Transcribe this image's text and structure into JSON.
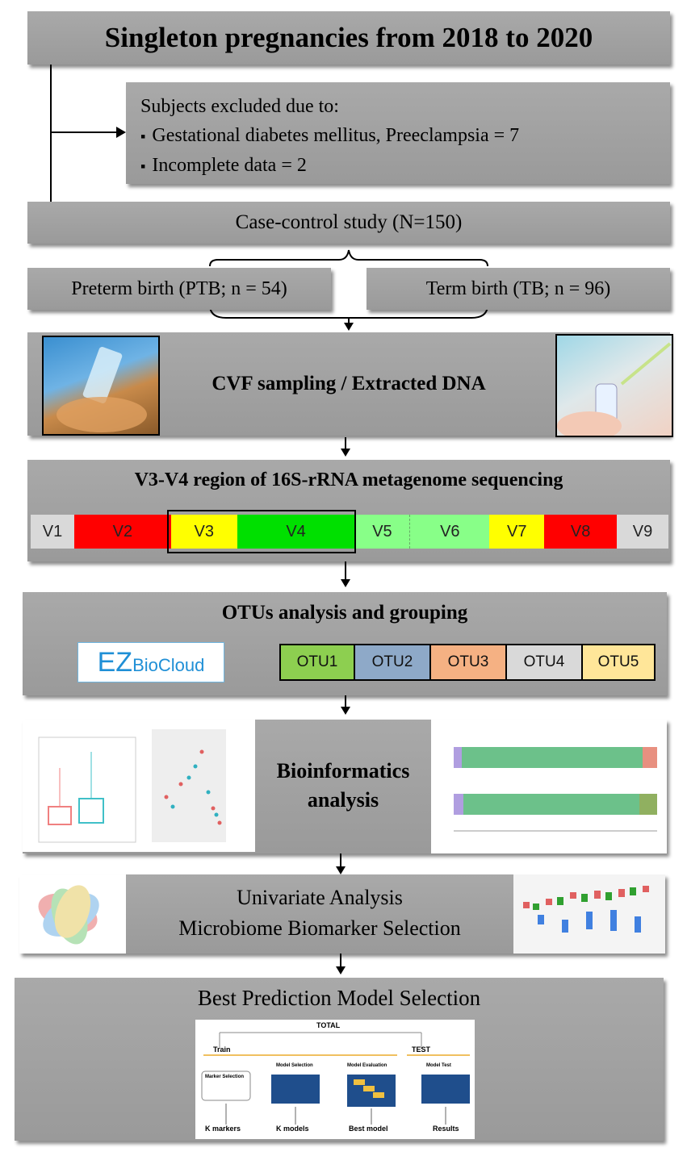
{
  "title": "Singleton pregnancies from 2018 to 2020",
  "exclusion": {
    "heading": "Subjects excluded due to:",
    "items": [
      "Gestational diabetes mellitus, Preeclampsia = 7",
      "Incomplete data = 2"
    ],
    "bullet": "▪"
  },
  "study": "Case-control study (N=150)",
  "groups": {
    "ptb": "Preterm birth (PTB; n = 54)",
    "tb": "Term birth (TB; n = 96)"
  },
  "sampling": "CVF sampling / Extracted DNA",
  "sequencing": {
    "title": "V3-V4 region of 16S-rRNA metagenome sequencing",
    "regions": [
      "V1",
      "V2",
      "V3",
      "V4",
      "V5",
      "V6",
      "V7",
      "V8",
      "V9"
    ]
  },
  "otu": {
    "title": "OTUs analysis and grouping",
    "logo_ez": "EZ",
    "logo_bio": "BioCloud",
    "labels": [
      "OTU1",
      "OTU2",
      "OTU3",
      "OTU4",
      "OTU5"
    ]
  },
  "bioinformatics": {
    "line1": "Bioinformatics",
    "line2": "analysis"
  },
  "univariate": {
    "line1": "Univariate Analysis",
    "line2": "Microbiome Biomarker Selection"
  },
  "model": {
    "title": "Best Prediction Model Selection",
    "flow": {
      "total": "TOTAL",
      "train": "Train",
      "test": "TEST",
      "marker_selection": "Marker Selection",
      "model_selection": "Model Selection",
      "model_evaluation": "Model Evaluation",
      "model_test": "Model Test",
      "k_markers": "K markers",
      "k_models": "K models",
      "best_model": "Best model",
      "results": "Results"
    }
  },
  "colors": {
    "box": "#a4a4a4",
    "v2": "#ff0000",
    "v3": "#ffff00",
    "v4": "#00e000",
    "v56": "#88ff88",
    "v7": "#ffff00",
    "v8": "#ff0000",
    "otu1": "#8dcf50",
    "otu2": "#8ea9c8",
    "otu3": "#f5b183",
    "otu4": "#d9d9d9",
    "otu5": "#ffe699"
  }
}
